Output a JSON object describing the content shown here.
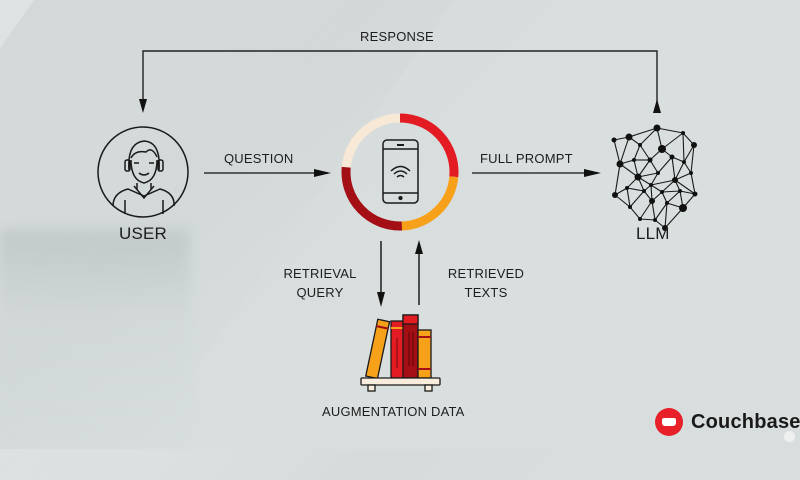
{
  "diagram": {
    "nodes": {
      "user": {
        "label": "USER",
        "icon": "user-headset-icon"
      },
      "app": {
        "icon": "smartphone-wifi-icon"
      },
      "llm": {
        "label": "LLM",
        "icon": "neural-network-icon"
      },
      "augmentation": {
        "label": "AUGMENTATION DATA",
        "icon": "bookshelf-icon"
      }
    },
    "edges": {
      "response": {
        "label": "RESPONSE",
        "from": "llm",
        "to": "user"
      },
      "question": {
        "label": "QUESTION",
        "from": "user",
        "to": "app"
      },
      "full_prompt": {
        "label": "FULL PROMPT",
        "from": "app",
        "to": "llm"
      },
      "retrieval_query": {
        "line1": "RETRIEVAL",
        "line2": "QUERY",
        "from": "app",
        "to": "augmentation"
      },
      "retrieved_texts": {
        "line1": "RETRIEVED",
        "line2": "TEXTS",
        "from": "augmentation",
        "to": "app"
      }
    },
    "ring_colors": [
      "#f7e9d6",
      "#e31b23",
      "#f7a11a",
      "#a30f14"
    ],
    "book_colors": [
      "#f7a11a",
      "#e31b23",
      "#a30f14",
      "#f7a11a"
    ]
  },
  "brand": {
    "name": "Couchbase",
    "color": "#e8202a"
  }
}
